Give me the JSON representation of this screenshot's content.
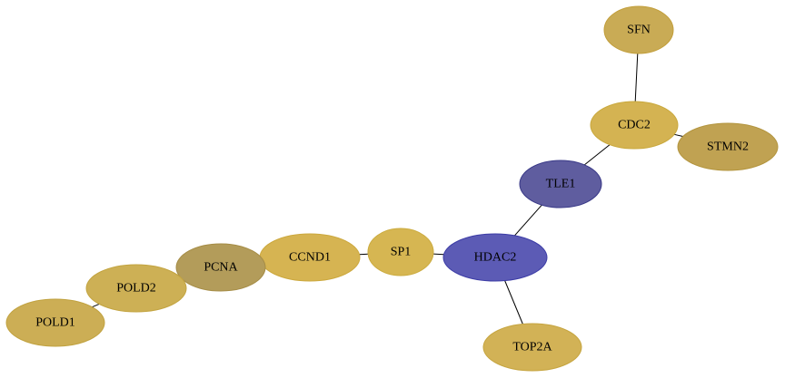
{
  "graph": {
    "nodes": [
      {
        "id": "SFN",
        "label": "SFN",
        "fill": "#c9ab55",
        "stroke": "#c29e3a"
      },
      {
        "id": "CDC2",
        "label": "CDC2",
        "fill": "#d4b352",
        "stroke": "#c9a83c"
      },
      {
        "id": "STMN2",
        "label": "STMN2",
        "fill": "#c0a252",
        "stroke": "#b3953f"
      },
      {
        "id": "TLE1",
        "label": "TLE1",
        "fill": "#5f5d9f",
        "stroke": "#3a3a88"
      },
      {
        "id": "HDAC2",
        "label": "HDAC2",
        "fill": "#5c5bb5",
        "stroke": "#3c3ca6"
      },
      {
        "id": "SP1",
        "label": "SP1",
        "fill": "#d6b652",
        "stroke": "#cbab3e"
      },
      {
        "id": "TOP2A",
        "label": "TOP2A",
        "fill": "#d2b256",
        "stroke": "#c6a540"
      },
      {
        "id": "CCND1",
        "label": "CCND1",
        "fill": "#d6b452",
        "stroke": "#cca83d"
      },
      {
        "id": "PCNA",
        "label": "PCNA",
        "fill": "#b39c5a",
        "stroke": "#a58c46"
      },
      {
        "id": "POLD2",
        "label": "POLD2",
        "fill": "#cdb055",
        "stroke": "#c3a440"
      },
      {
        "id": "POLD1",
        "label": "POLD1",
        "fill": "#ccae55",
        "stroke": "#c1a240"
      }
    ],
    "edges": [
      {
        "source": "SFN",
        "target": "CDC2"
      },
      {
        "source": "CDC2",
        "target": "STMN2"
      },
      {
        "source": "CDC2",
        "target": "TLE1"
      },
      {
        "source": "TLE1",
        "target": "HDAC2"
      },
      {
        "source": "HDAC2",
        "target": "SP1"
      },
      {
        "source": "HDAC2",
        "target": "TOP2A"
      },
      {
        "source": "SP1",
        "target": "CCND1"
      },
      {
        "source": "CCND1",
        "target": "PCNA"
      },
      {
        "source": "PCNA",
        "target": "POLD2"
      },
      {
        "source": "POLD2",
        "target": "POLD1"
      }
    ]
  }
}
